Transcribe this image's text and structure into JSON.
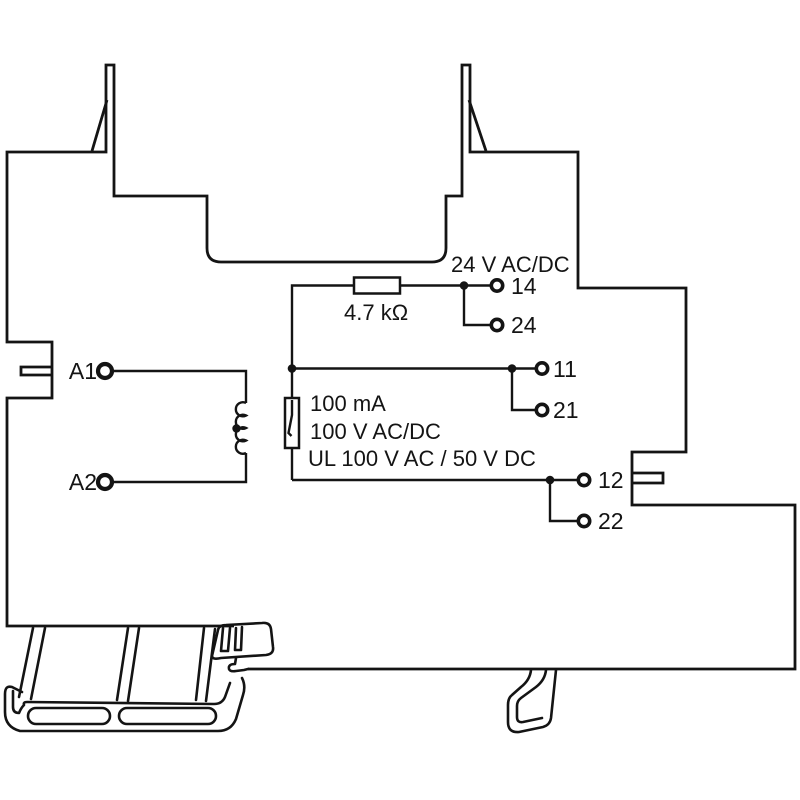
{
  "schematic": {
    "supply_label": "24 V AC/DC",
    "resistor_value": "4.7 kΩ",
    "fuse": {
      "current": "100 mA",
      "voltage": "100 V AC/DC",
      "ul": "UL 100 V AC / 50 V DC"
    },
    "terminals": {
      "a1": "A1",
      "a2": "A2",
      "t14": "14",
      "t24": "24",
      "t11": "11",
      "t21": "21",
      "t12": "12",
      "t22": "22"
    },
    "colors": {
      "line": "#141414",
      "background": "#ffffff"
    }
  }
}
